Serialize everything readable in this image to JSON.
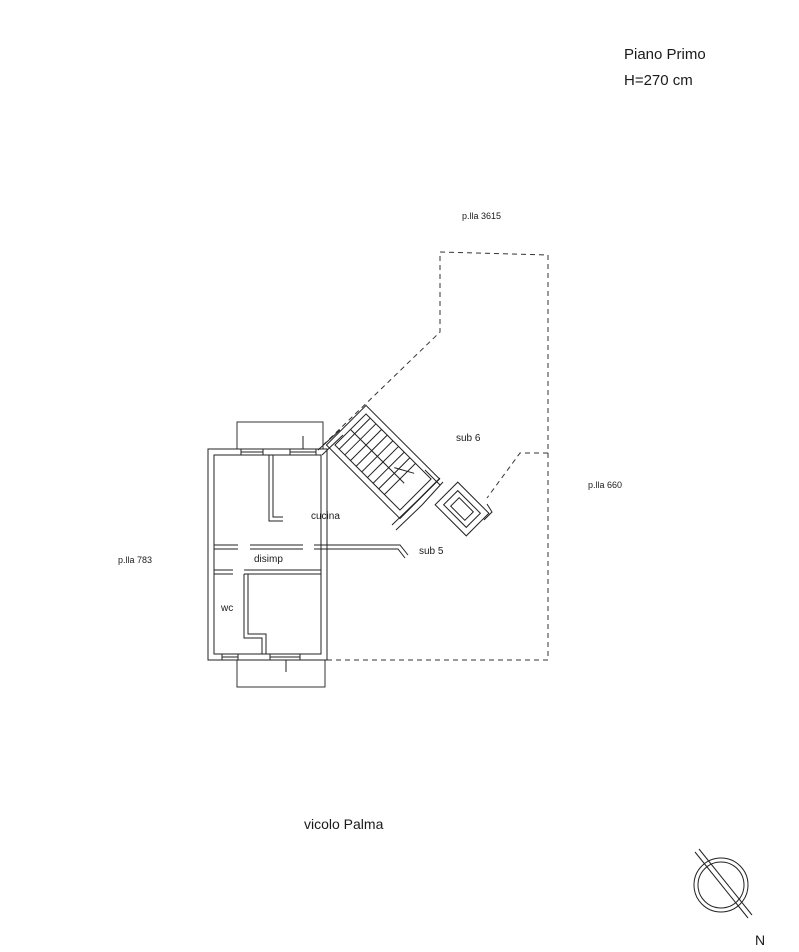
{
  "header": {
    "title": "Piano Primo",
    "height": "H=270 cm"
  },
  "parcels": {
    "north": "p.lla 3615",
    "east": "p.lla 660",
    "west": "p.lla 783"
  },
  "rooms": {
    "kitchen": "cucina",
    "hallway": "disimp",
    "toilet": "wc"
  },
  "subunits": {
    "sub6": "sub 6",
    "sub5": "sub 5"
  },
  "street": "vicolo Palma",
  "compass": {
    "label": "N",
    "icon": "north-arrow-icon"
  }
}
